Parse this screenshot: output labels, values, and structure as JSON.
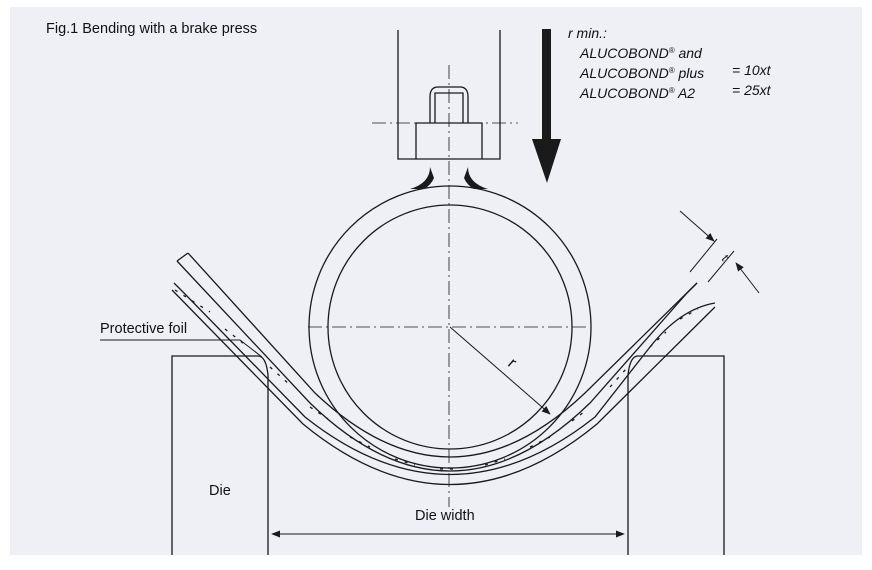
{
  "figure": {
    "title": "Fig.1 Bending with a brake press",
    "specs": {
      "heading": "r min.:",
      "line1": "ALUCOBOND",
      "line1_suffix": "and",
      "line2": "ALUCOBOND",
      "line2_suffix": "plus",
      "line2_value": "= 10xt",
      "line3": "ALUCOBOND",
      "line3_suffix": "A2",
      "line3_value": "= 25xt",
      "registered_mark": "®"
    },
    "labels": {
      "protective_foil": "Protective foil",
      "die": "Die",
      "die_width": "Die width",
      "radius": "r",
      "thickness": "t"
    }
  },
  "colors": {
    "background": "#eef0f6",
    "line": "#1a1a1a"
  }
}
